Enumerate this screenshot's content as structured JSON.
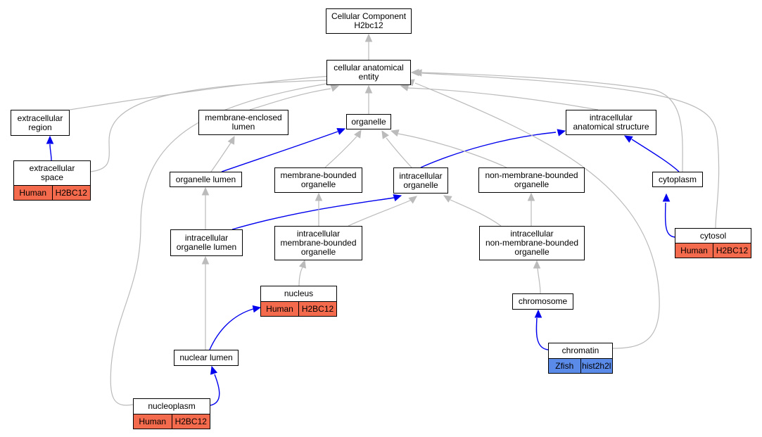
{
  "colors": {
    "isa_edge": "#bbbbbb",
    "partof_edge": "#0000ee",
    "human_tag": "#f46a4c",
    "zfish_tag": "#5b8be8"
  },
  "nodes": [
    {
      "id": "root",
      "lines": [
        "Cellular Component",
        "H2bc12"
      ]
    },
    {
      "id": "cae",
      "lines": [
        "cellular anatomical",
        "entity"
      ]
    },
    {
      "id": "ecr",
      "lines": [
        "extracellular",
        "region"
      ]
    },
    {
      "id": "mel",
      "lines": [
        "membrane-enclosed",
        "lumen"
      ]
    },
    {
      "id": "org",
      "lines": [
        "organelle"
      ]
    },
    {
      "id": "ias",
      "lines": [
        "intracellular",
        "anatomical structure"
      ]
    },
    {
      "id": "ecs",
      "lines": [
        "extracellular",
        "space"
      ],
      "tags": [
        {
          "species": "Human",
          "gene": "H2BC12"
        }
      ]
    },
    {
      "id": "orgl",
      "lines": [
        "organelle lumen"
      ]
    },
    {
      "id": "mbo",
      "lines": [
        "membrane-bounded",
        "organelle"
      ]
    },
    {
      "id": "io",
      "lines": [
        "intracellular",
        "organelle"
      ]
    },
    {
      "id": "nmbo",
      "lines": [
        "non-membrane-bounded",
        "organelle"
      ]
    },
    {
      "id": "cyto",
      "lines": [
        "cytoplasm"
      ]
    },
    {
      "id": "iol",
      "lines": [
        "intracellular",
        "organelle lumen"
      ]
    },
    {
      "id": "imbo",
      "lines": [
        "intracellular",
        "membrane-bounded",
        "organelle"
      ]
    },
    {
      "id": "inmbo",
      "lines": [
        "intracellular",
        "non-membrane-bounded",
        "organelle"
      ]
    },
    {
      "id": "cytosol",
      "lines": [
        "cytosol"
      ],
      "tags": [
        {
          "species": "Human",
          "gene": "H2BC12"
        }
      ]
    },
    {
      "id": "nuc",
      "lines": [
        "nucleus"
      ],
      "tags": [
        {
          "species": "Human",
          "gene": "H2BC12"
        }
      ]
    },
    {
      "id": "chrom",
      "lines": [
        "chromosome"
      ]
    },
    {
      "id": "nl",
      "lines": [
        "nuclear lumen"
      ]
    },
    {
      "id": "chromatin",
      "lines": [
        "chromatin"
      ],
      "tags": [
        {
          "species": "Zfish",
          "gene": "hist2h2l"
        }
      ]
    },
    {
      "id": "np",
      "lines": [
        "nucleoplasm"
      ],
      "tags": [
        {
          "species": "Human",
          "gene": "H2BC12"
        }
      ]
    }
  ],
  "edges": [
    {
      "from": "cae",
      "to": "root",
      "type": "is_a"
    },
    {
      "from": "ecr",
      "to": "cae",
      "type": "is_a"
    },
    {
      "from": "mel",
      "to": "cae",
      "type": "is_a"
    },
    {
      "from": "org",
      "to": "cae",
      "type": "is_a"
    },
    {
      "from": "ias",
      "to": "cae",
      "type": "is_a"
    },
    {
      "from": "ecs",
      "to": "cae",
      "type": "is_a"
    },
    {
      "from": "ecs",
      "to": "ecr",
      "type": "part_of"
    },
    {
      "from": "orgl",
      "to": "mel",
      "type": "is_a"
    },
    {
      "from": "orgl",
      "to": "org",
      "type": "part_of"
    },
    {
      "from": "mbo",
      "to": "org",
      "type": "is_a"
    },
    {
      "from": "io",
      "to": "org",
      "type": "is_a"
    },
    {
      "from": "io",
      "to": "ias",
      "type": "part_of"
    },
    {
      "from": "nmbo",
      "to": "org",
      "type": "is_a"
    },
    {
      "from": "cyto",
      "to": "cae",
      "type": "is_a"
    },
    {
      "from": "cyto",
      "to": "ias",
      "type": "part_of"
    },
    {
      "from": "iol",
      "to": "orgl",
      "type": "is_a"
    },
    {
      "from": "iol",
      "to": "io",
      "type": "part_of"
    },
    {
      "from": "imbo",
      "to": "mbo",
      "type": "is_a"
    },
    {
      "from": "imbo",
      "to": "io",
      "type": "is_a"
    },
    {
      "from": "inmbo",
      "to": "nmbo",
      "type": "is_a"
    },
    {
      "from": "inmbo",
      "to": "io",
      "type": "is_a"
    },
    {
      "from": "cytosol",
      "to": "cae",
      "type": "is_a"
    },
    {
      "from": "cytosol",
      "to": "cyto",
      "type": "part_of"
    },
    {
      "from": "nuc",
      "to": "imbo",
      "type": "is_a"
    },
    {
      "from": "chrom",
      "to": "inmbo",
      "type": "is_a"
    },
    {
      "from": "nl",
      "to": "iol",
      "type": "is_a"
    },
    {
      "from": "nl",
      "to": "nuc",
      "type": "part_of"
    },
    {
      "from": "chromatin",
      "to": "cae",
      "type": "is_a"
    },
    {
      "from": "chromatin",
      "to": "chrom",
      "type": "part_of"
    },
    {
      "from": "np",
      "to": "cae",
      "type": "is_a"
    },
    {
      "from": "np",
      "to": "nl",
      "type": "part_of"
    }
  ]
}
